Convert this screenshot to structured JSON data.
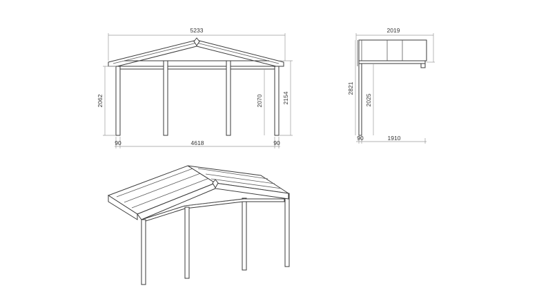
{
  "front_view": {
    "overall_width": "5233",
    "height_left": "2062",
    "height_inner_right": "2070",
    "height_outer_right": "2154",
    "post_left": "90",
    "span_between": "4618",
    "post_right": "90"
  },
  "side_view": {
    "overall_depth": "2019",
    "overall_height": "2821",
    "post_height": "2025",
    "post_width": "90",
    "base_depth": "1910"
  },
  "colors": {
    "line": "#3a3a3a",
    "dimension": "#9a9a9a",
    "background": "#ffffff"
  }
}
